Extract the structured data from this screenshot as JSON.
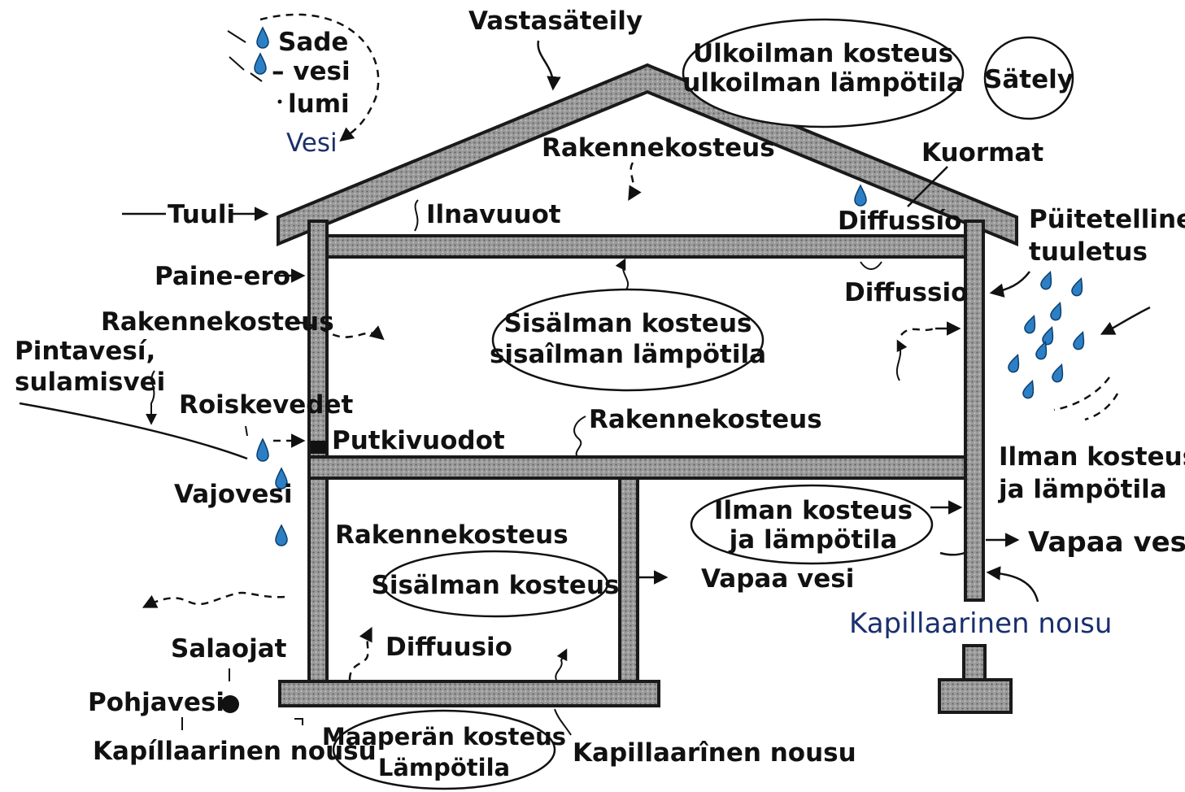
{
  "labels": {
    "sade": "Sade",
    "vesi_rain": "– vesi",
    "lumi": "lumi",
    "vesi": "Vesi",
    "vastasateily": "Vastasäteily",
    "ulkoilma_1": "Ulkoilman kosteus",
    "ulkoilma_2": "ulkoilman lämpötila",
    "satey": "Sätely",
    "rakennekosteus_roof": "Rakennekosteus",
    "kuormat": "Kuormat",
    "tuuli": "Tuuli",
    "ilnavuuot": "Ilnavuuot",
    "diffussio_top": "Diffussío",
    "puitetellinen_1": "Püitetellinen",
    "puitetellinen_2": "tuuletus",
    "paine_ero": "Paine-ero",
    "diffussio_mid": "Diffussio",
    "rakennekosteus_left": "Rakennekosteus",
    "sisailman_1": "Sisälman kosteus",
    "sisailman_2": "sisaîlman lämpötila",
    "pintavesi_1": "Pintavesí,",
    "pintavesi_2": "sulamisvei",
    "roiskevedet": "Roiskevedet",
    "putkivuodot": "Putkivuodot",
    "rakennekosteus_floor": "Rakennekosteus",
    "vajovesi": "Vajovesi",
    "ilman_kosteus_right_1": "Ilman kosteus",
    "ilman_kosteus_right_2": "ja lämpötila",
    "ilman_kosteus_mid_1": "Ilman kosteus",
    "ilman_kosteus_mid_2": "ja lämpötila",
    "vapaa_vesi_right": "Vapaa vesi",
    "rakennekosteus_basement": "Rakennekosteus",
    "sisalman_kosteus_basement": "Sisälman kosteus",
    "vapaa_vesi_mid": "Vapaa vesi",
    "kapillaarinen_blue": "Kapillaarinen noısu",
    "diffuusio": "Diffuusio",
    "salaojat": "Salaojat",
    "pohjavesi": "Pohjavesi",
    "kapillaarinen_left": "Kapíllaarinen nousu",
    "maaperan_1": "Maaperän kosteus",
    "maaperan_2": "Lämpötila",
    "kapillaarinen_bottom": "Kapillaarînen nousu"
  }
}
